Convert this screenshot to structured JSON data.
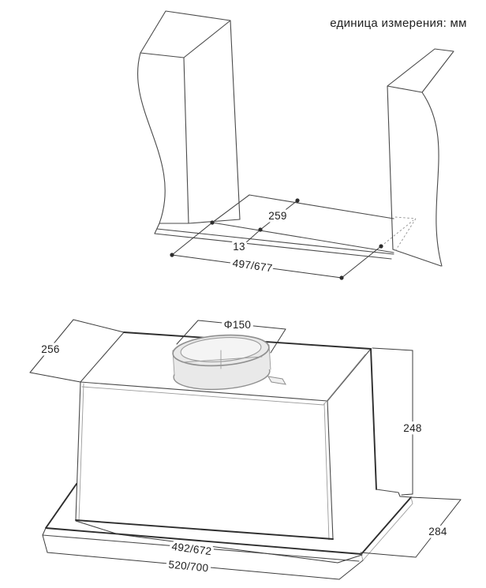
{
  "header": {
    "unit_label": "единица измерения: мм"
  },
  "top_diagram": {
    "dimensions": {
      "cutout_depth": "259",
      "front_edge_offset": "13",
      "cutout_width": "497/677"
    }
  },
  "bottom_diagram": {
    "dimensions": {
      "duct_diameter": "Φ150",
      "top_depth": "256",
      "body_height": "248",
      "base_depth": "284",
      "body_width": "492/672",
      "base_width": "520/700"
    }
  },
  "colors": {
    "line": "#4a4a4a",
    "bold_line": "#2d2d2d",
    "light_line": "#9b9b9b",
    "dimension_line": "#3d3d3d",
    "collar_fill": "#e9e9e9",
    "collar_inner_fill": "#f4f4f4",
    "text": "#1e1e1e",
    "background": "#ffffff"
  }
}
